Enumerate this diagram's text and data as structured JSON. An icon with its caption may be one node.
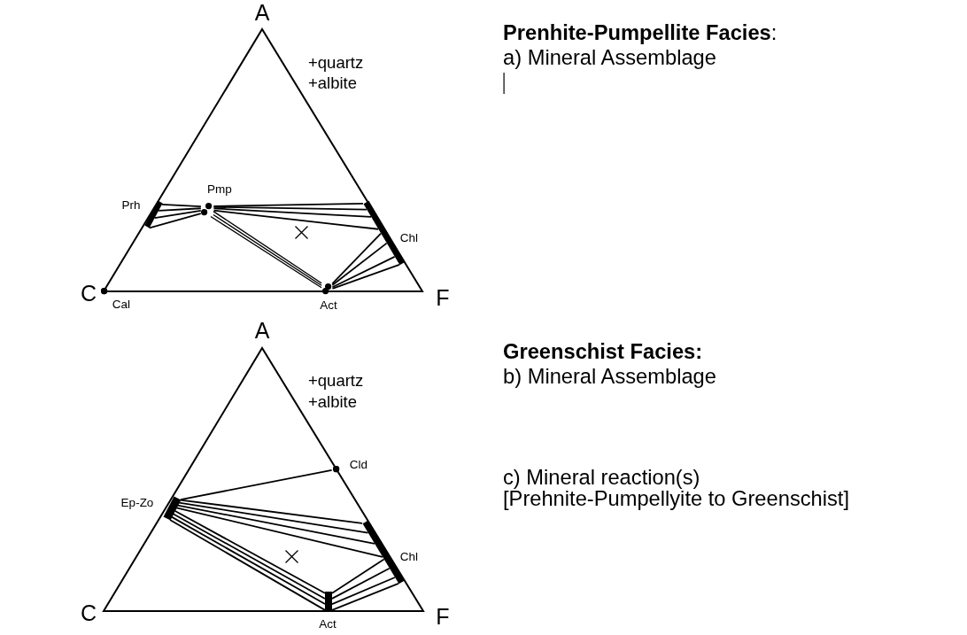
{
  "diagram": {
    "nodes": [
      {
        "text": [],
        "shape": "bar",
        "beside": [
          "Prh"
        ]
      },
      {
        "text": [],
        "shape": "circle",
        "beside": [
          "Pmp"
        ]
      },
      {
        "text": [],
        "shape": "bar",
        "beside": [
          "Chl"
        ]
      },
      {
        "text": [],
        "shape": "circle",
        "beside": [
          "Cal"
        ]
      },
      {
        "text": [],
        "shape": "circle",
        "beside": [
          "Act"
        ]
      },
      {
        "text": [],
        "shape": "circle",
        "beside": [
          "Cld"
        ]
      },
      {
        "text": [],
        "shape": "bar",
        "beside": [
          "Ep-Zo"
        ]
      },
      {
        "text": [],
        "shape": "bar",
        "beside": [
          "Chl"
        ]
      },
      {
        "text": [],
        "shape": "bar",
        "beside": [
          "Act"
        ]
      }
    ],
    "edges": [
      {
        "from": 0,
        "to": 1,
        "arrow": "none"
      },
      {
        "from": 0,
        "to": 1,
        "arrow": "none"
      },
      {
        "from": 0,
        "to": 1,
        "arrow": "none"
      },
      {
        "from": 0,
        "to": 1,
        "arrow": "none"
      },
      {
        "from": 1,
        "to": 2,
        "arrow": "none"
      },
      {
        "from": 1,
        "to": 2,
        "arrow": "none"
      },
      {
        "from": 1,
        "to": 2,
        "arrow": "none"
      },
      {
        "from": 1,
        "to": 2,
        "arrow": "none"
      },
      {
        "from": 1,
        "to": 4,
        "arrow": "none"
      },
      {
        "from": 1,
        "to": 4,
        "arrow": "none"
      },
      {
        "from": 1,
        "to": 4,
        "arrow": "none"
      },
      {
        "from": 4,
        "to": 2,
        "arrow": "none"
      },
      {
        "from": 4,
        "to": 2,
        "arrow": "none"
      },
      {
        "from": 4,
        "to": 2,
        "arrow": "none"
      },
      {
        "from": 4,
        "to": 2,
        "arrow": "none"
      },
      {
        "from": 6,
        "to": 5,
        "arrow": "none"
      },
      {
        "from": 6,
        "to": 7,
        "arrow": "none"
      },
      {
        "from": 6,
        "to": 7,
        "arrow": "none"
      },
      {
        "from": 6,
        "to": 7,
        "arrow": "none"
      },
      {
        "from": 6,
        "to": 7,
        "arrow": "none"
      },
      {
        "from": 6,
        "to": 8,
        "arrow": "none"
      },
      {
        "from": 6,
        "to": 8,
        "arrow": "none"
      },
      {
        "from": 6,
        "to": 8,
        "arrow": "none"
      },
      {
        "from": 6,
        "to": 8,
        "arrow": "none"
      },
      {
        "from": 8,
        "to": 7,
        "arrow": "none"
      },
      {
        "from": 8,
        "to": 7,
        "arrow": "none"
      },
      {
        "from": 8,
        "to": 7,
        "arrow": "none"
      },
      {
        "from": 8,
        "to": 7,
        "arrow": "none"
      }
    ],
    "labels": [
      "A",
      "+quartz",
      "+albite",
      "C",
      "F",
      "**Prenhite-Pumpellite Facies**:",
      "a) Mineral Assemblage",
      "A",
      "+quartz",
      "+albite",
      "C",
      "F",
      "Greenschist Facies:",
      "b) Mineral Assemblage",
      "c) Mineral reaction(s)",
      "[Prehnite-Pumpellyite to Greenschist]"
    ]
  }
}
